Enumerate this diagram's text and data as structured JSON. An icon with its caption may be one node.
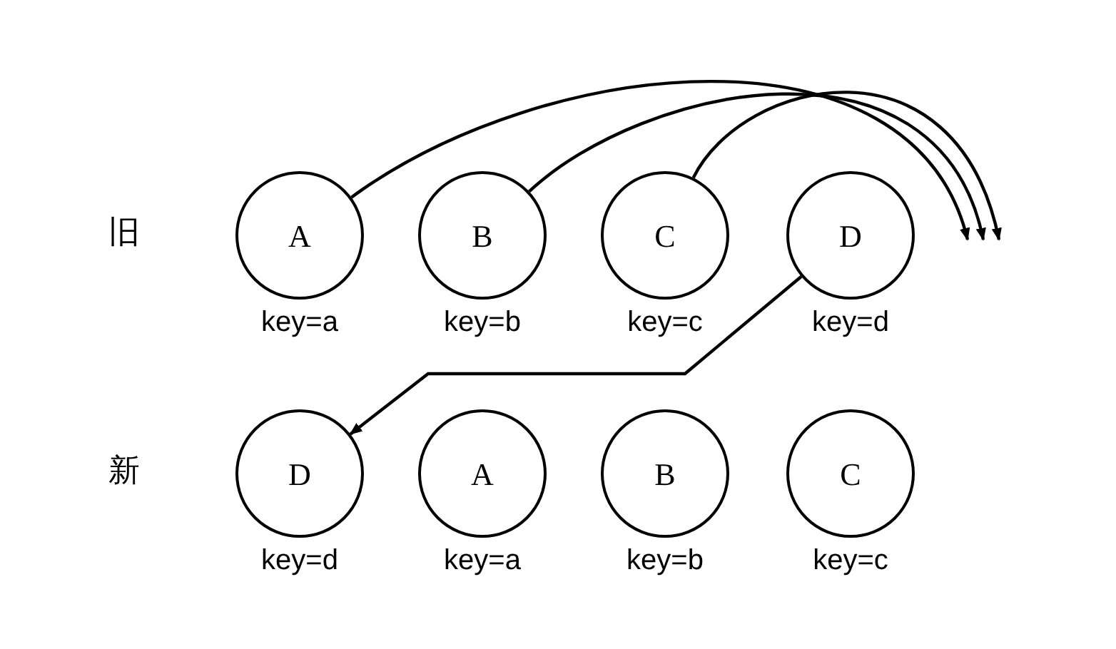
{
  "diagram": {
    "nodes": [
      {
        "text": [
          "A"
        ],
        "beside": [
          "key=a"
        ]
      },
      {
        "text": [
          "B"
        ],
        "beside": [
          "key=b"
        ]
      },
      {
        "text": [
          "C"
        ],
        "beside": [
          "key=c"
        ]
      },
      {
        "text": [
          "D"
        ],
        "beside": [
          "key=d"
        ]
      },
      {
        "text": [
          "D"
        ],
        "beside": [
          "key=d"
        ]
      },
      {
        "text": [
          "A"
        ],
        "beside": [
          "key=a"
        ]
      },
      {
        "text": [
          "B"
        ],
        "beside": [
          "key=b"
        ]
      },
      {
        "text": [
          "C"
        ],
        "beside": [
          "key=c"
        ]
      }
    ],
    "edges": [
      {
        "from": 0,
        "to": null,
        "arrow": "to"
      },
      {
        "from": 1,
        "to": null,
        "arrow": "to"
      },
      {
        "from": 2,
        "to": null,
        "arrow": "to"
      },
      {
        "from": 3,
        "to": 4,
        "arrow": "to"
      }
    ],
    "labels": [
      "旧",
      "新"
    ]
  }
}
